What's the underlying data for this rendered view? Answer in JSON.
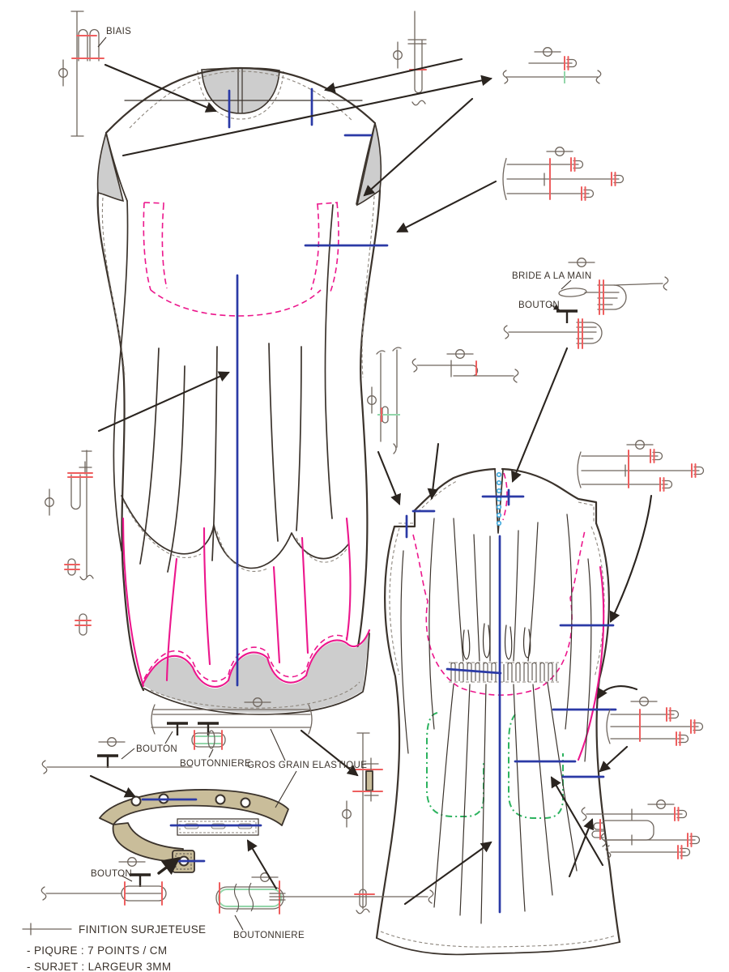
{
  "drawing": {
    "type": "garment technical flat - dress front and back with construction details",
    "labels": {
      "biais": "BIAIS",
      "bride_a_la_main": "BRIDE A LA MAIN",
      "bouton_bride": "BOUTON",
      "bouton_grosgrain": "BOUTON",
      "boutonniere_grosgrain": "BOUTONNIERE",
      "gros_grain_elastique": "GROS GRAIN ELASTIQUE",
      "bouton_belt": "BOUTON",
      "boutonniere_hem": "BOUTONNIERE"
    },
    "legend": {
      "finition": "FINITION SURJETEUSE",
      "piqure": "- PIQURE :  7 POINTS / CM",
      "surjet": "- SURJET : LARGEUR 3MM"
    },
    "colors": {
      "outline": "#3b332c",
      "detail_line": "#6f665e",
      "pink": "#ec168c",
      "blue_notch": "#2b3aa6",
      "red_tick": "#ee5f5f",
      "green_dash": "#2db35f",
      "green_light": "#93d6aa",
      "cyan_dot": "#3fa8dc",
      "belt_tan": "#c9bd9a",
      "shadow_gray": "#cdcdcd"
    }
  }
}
